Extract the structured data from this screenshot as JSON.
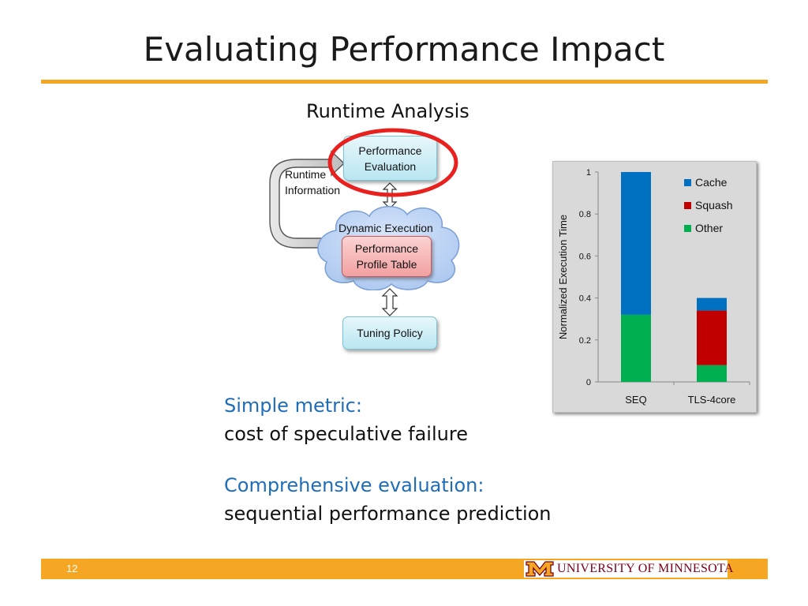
{
  "slide": {
    "title": "Evaluating Performance Impact",
    "subtitle": "Runtime Analysis",
    "page_number": "12"
  },
  "diagram": {
    "performance_evaluation": "Performance Evaluation",
    "runtime_information": "Runtime Information",
    "dynamic_execution": "Dynamic Execution",
    "performance_profile_table": "Performance Profile Table",
    "tuning_policy": "Tuning Policy"
  },
  "body": {
    "item1_heading": "Simple metric:",
    "item1_text": "cost of speculative failure",
    "item2_heading": "Comprehensive evaluation:",
    "item2_text": "sequential performance prediction"
  },
  "footer": {
    "logo_text": "UNIVERSITY OF MINNESOTA"
  },
  "colors": {
    "accent": "#f5a623",
    "heading_blue": "#1f6db6",
    "highlight_circle": "#e8201e"
  },
  "chart_data": {
    "type": "bar",
    "stacked": true,
    "categories": [
      "SEQ",
      "TLS-4core"
    ],
    "series": [
      {
        "name": "Other",
        "values": [
          0.32,
          0.08
        ],
        "color": "#00b050"
      },
      {
        "name": "Squash",
        "values": [
          0,
          0.26
        ],
        "color": "#c00000"
      },
      {
        "name": "Cache",
        "values": [
          0.68,
          0.06
        ],
        "color": "#0070c0"
      }
    ],
    "ylabel": "Normalized Execution Time",
    "xlabel": "",
    "ylim": [
      0,
      1
    ],
    "yticks": [
      "0",
      "0.2",
      "0.4",
      "0.6",
      "0.8",
      "1"
    ],
    "legend": {
      "position": "top-right",
      "entries": [
        "Cache",
        "Squash",
        "Other"
      ]
    },
    "grid": false
  }
}
